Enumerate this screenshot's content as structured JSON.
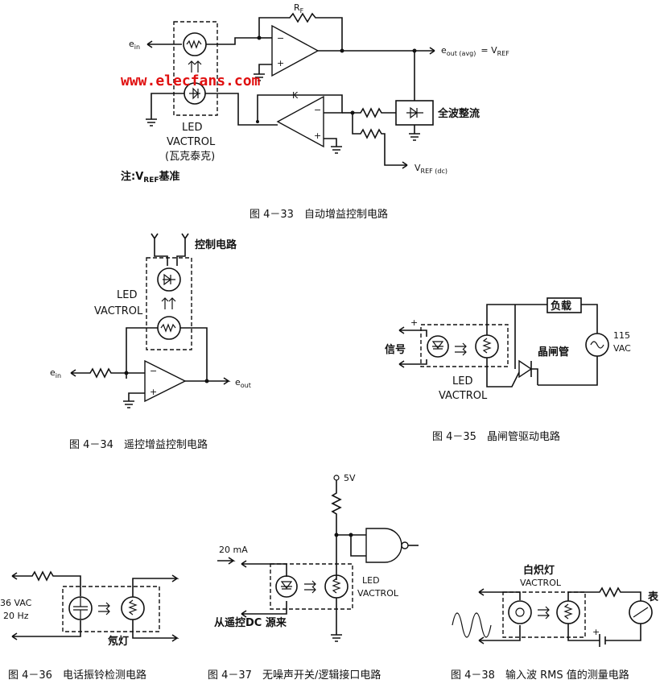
{
  "watermark": "www.elecfans.com",
  "fig33": {
    "caption": "图 4－33　自动增益控制电路",
    "ein": "e",
    "ein_sub": "in",
    "rf": "R",
    "rf_sub": "F",
    "eout": "e",
    "eout_sub": "out (avg)",
    "eout_eq": "=  V",
    "eout_eq_sub": "REF",
    "vref_dc": "V",
    "vref_dc_sub": "REF (dc)",
    "led1": "LED",
    "led2": "VACTROL",
    "led3": "(瓦克泰克)",
    "rectifier": "全波整流",
    "note_a": "注:V",
    "note_sub": "REF",
    "note_b": "基准",
    "k": "K"
  },
  "fig34": {
    "caption": "图 4－34　遥控增益控制电路",
    "control": "控制电路",
    "led1": "LED",
    "led2": "VACTROL",
    "ein": "e",
    "ein_sub": "in",
    "eout": "e",
    "eout_sub": "out"
  },
  "fig35": {
    "caption": "图 4－35　晶闸管驱动电路",
    "signal": "信号",
    "load": "负载",
    "thyristor": "晶闸管",
    "vac1": "115",
    "vac2": "VAC",
    "led1": "LED",
    "led2": "VACTROL"
  },
  "fig36": {
    "caption": "图 4－36　电话振铃检测电路",
    "vac1": "36 VAC",
    "vac2": "20 Hz",
    "lamp": "氖灯"
  },
  "fig37": {
    "caption": "图 4－37　无噪声开关/逻辑接口电路",
    "v5": "5V",
    "ma": "20 mA",
    "led1": "LED",
    "led2": "VACTROL",
    "from": "从遥控DC 源来"
  },
  "fig38": {
    "caption": "图 4－38　输入波 RMS 值的测量电路",
    "lamp": "白炽灯",
    "vactrol": "VACTROL",
    "meter": "表"
  }
}
